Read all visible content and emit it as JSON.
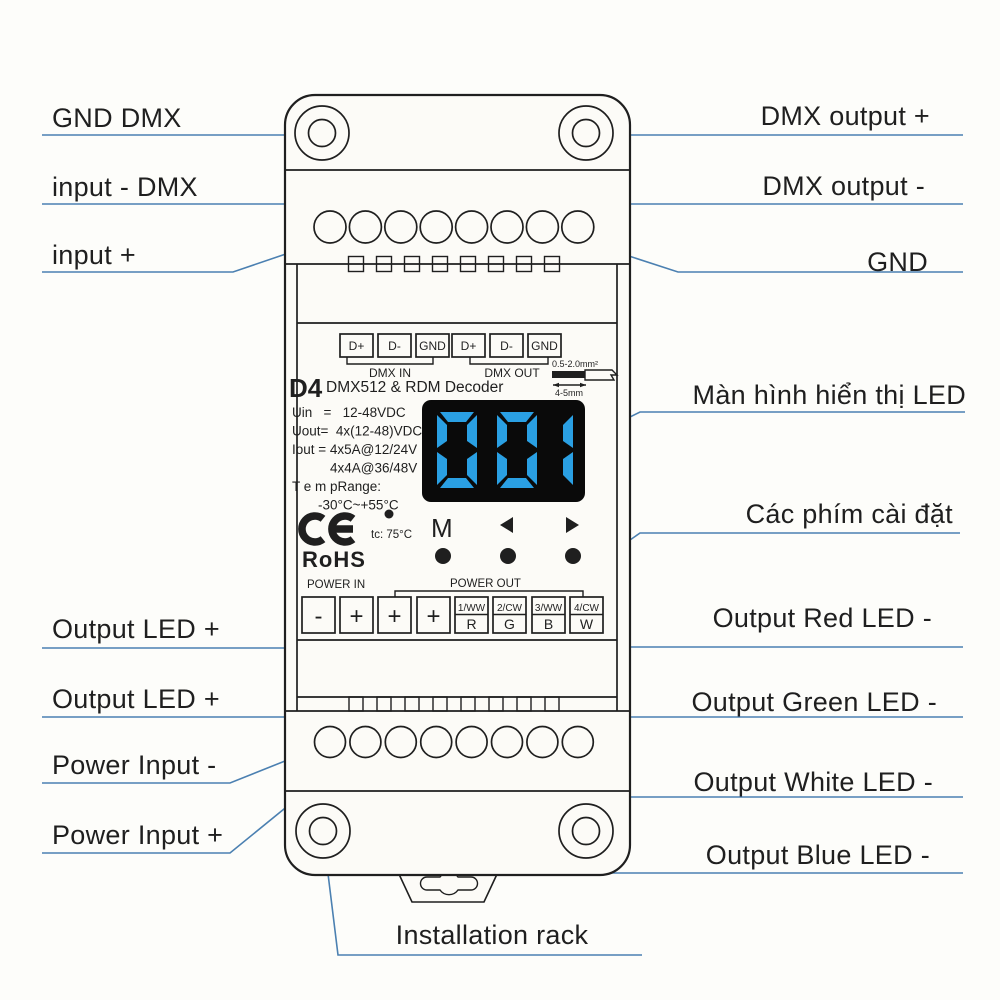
{
  "colors": {
    "callout_line": "#4b80b1",
    "led_segment": "#2aa0e4",
    "display_background": "#0a0a0a",
    "ink": "#1f1f1f"
  },
  "callout_labels": {
    "gnd_dmx": "GND DMX",
    "input_minus_dmx": "input - DMX",
    "input_plus": "input +",
    "dmx_output_plus": "DMX output +",
    "dmx_output_minus": "DMX output -",
    "gnd": "GND",
    "led_display_vi": "Màn hình hiển thị LED",
    "setting_keys_vi": "Các phím cài đặt",
    "output_led_plus_1": "Output LED +",
    "output_led_plus_2": "Output LED +",
    "output_red_led": "Output Red LED -",
    "output_green_led": "Output Green LED -",
    "output_white_led": "Output White LED -",
    "output_blue_led": "Output Blue LED -",
    "power_input_minus": "Power Input -",
    "power_input_plus": "Power Input +",
    "installation_rack": "Installation rack"
  },
  "device": {
    "model": "D4",
    "name": "DMX512 & RDM Decoder",
    "top_terminals": [
      "D+",
      "D-",
      "GND",
      "D+",
      "D-",
      "GND"
    ],
    "dmx_in_label": "DMX IN",
    "dmx_out_label": "DMX OUT",
    "wire_gauge": "0.5-2.0mm²",
    "strip_length": "4-5mm",
    "specs": [
      "Uin   =   12-48VDC",
      "Uout=  4x(12-48)VDC",
      "Iout = 4x5A@12/24V",
      "4x4A@36/48V",
      "T e m pRange:",
      "-30°C~+55°C"
    ],
    "display_value": "001",
    "ce_mark": "CE",
    "rohs": "RoHS",
    "tc_rating": "tc: 75°C",
    "button_m": "M",
    "power_in_label": "POWER IN",
    "power_out_label": "POWER OUT",
    "power_terminals": [
      "-",
      "+",
      "+",
      "+"
    ],
    "channel_terminals": [
      {
        "top": "1/WW",
        "bottom": "R"
      },
      {
        "top": "2/CW",
        "bottom": "G"
      },
      {
        "top": "3/WW",
        "bottom": "B"
      },
      {
        "top": "4/CW",
        "bottom": "W"
      }
    ]
  }
}
